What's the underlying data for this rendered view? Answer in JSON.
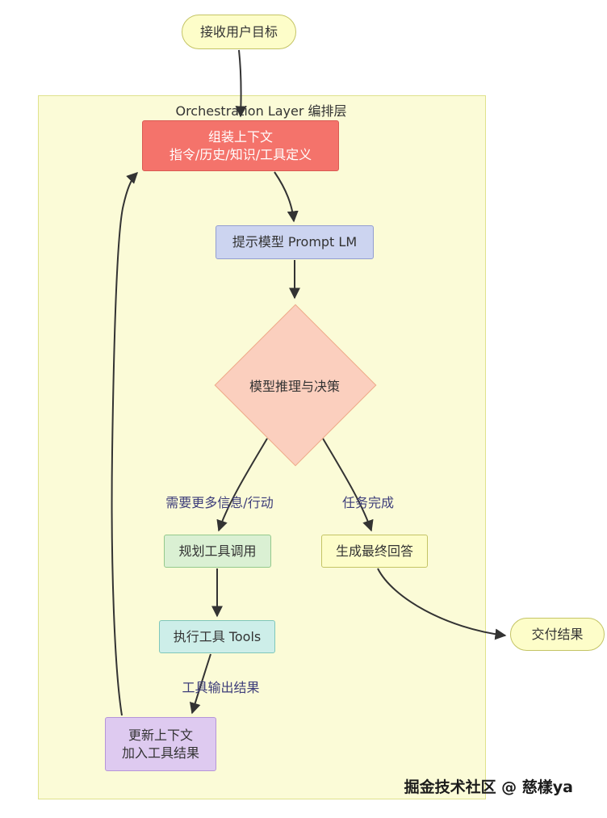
{
  "diagram": {
    "container_title": "Orchestration Layer 编排层",
    "nodes": {
      "start": "接收用户目标",
      "assemble": "组装上下文\n指令/历史/知识/工具定义",
      "prompt": "提示模型 Prompt LM",
      "decision": "模型推理与决策",
      "plan": "规划工具调用",
      "execute": "执行工具 Tools",
      "update": "更新上下文\n加入工具结果",
      "final_answer": "生成最终回答",
      "deliver": "交付结果"
    },
    "edge_labels": {
      "need_more": "需要更多信息/行动",
      "task_done": "任务完成",
      "tool_output": "工具输出结果"
    },
    "edges": [
      {
        "from": "接收用户目标",
        "to": "组装上下文",
        "label": ""
      },
      {
        "from": "组装上下文",
        "to": "提示模型 Prompt LM",
        "label": ""
      },
      {
        "from": "提示模型 Prompt LM",
        "to": "模型推理与决策",
        "label": ""
      },
      {
        "from": "模型推理与决策",
        "to": "规划工具调用",
        "label": "需要更多信息/行动"
      },
      {
        "from": "模型推理与决策",
        "to": "生成最终回答",
        "label": "任务完成"
      },
      {
        "from": "规划工具调用",
        "to": "执行工具 Tools",
        "label": ""
      },
      {
        "from": "执行工具 Tools",
        "to": "更新上下文 加入工具结果",
        "label": "工具输出结果"
      },
      {
        "from": "更新上下文 加入工具结果",
        "to": "组装上下文",
        "label": ""
      },
      {
        "from": "生成最终回答",
        "to": "交付结果",
        "label": ""
      }
    ],
    "watermark": "掘金技术社区 @ 慈樣ya",
    "colors": {
      "container_bg": "#fbfbd7",
      "container_border": "#dfe28c",
      "stadium_bg": "#fdfdc9",
      "stadium_border": "#c4c465",
      "assemble_bg": "#f4736b",
      "assemble_border": "#d95b53",
      "assemble_text": "#ffffff",
      "prompt_bg": "#ccd4f0",
      "prompt_border": "#939ed1",
      "decision_bg": "#fbcfbe",
      "decision_border": "#eeab88",
      "plan_bg": "#daf0d3",
      "plan_border": "#94c98b",
      "execute_bg": "#cdeee9",
      "execute_border": "#7fc7ba",
      "final_bg": "#fdfdc9",
      "final_border": "#c4c465",
      "update_bg": "#decaf0",
      "update_border": "#b695d8",
      "edge_label_text": "#3d3d7a",
      "arrow": "#333333",
      "node_text": "#333333"
    }
  }
}
